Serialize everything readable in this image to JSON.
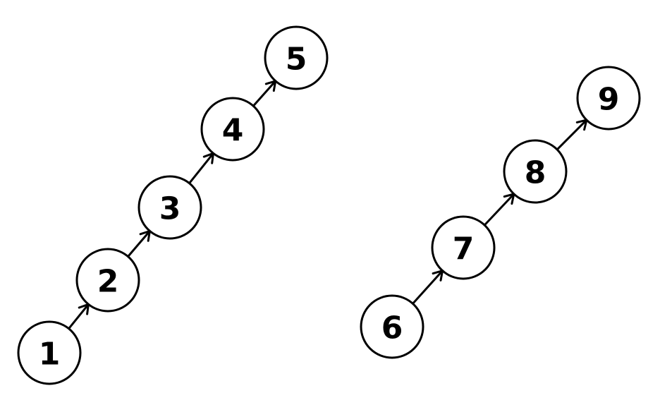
{
  "diagram": {
    "nodes": [
      {
        "id": "1",
        "label": "1"
      },
      {
        "id": "2",
        "label": "2"
      },
      {
        "id": "3",
        "label": "3"
      },
      {
        "id": "4",
        "label": "4"
      },
      {
        "id": "5",
        "label": "5"
      },
      {
        "id": "6",
        "label": "6"
      },
      {
        "id": "7",
        "label": "7"
      },
      {
        "id": "8",
        "label": "8"
      },
      {
        "id": "9",
        "label": "9"
      }
    ],
    "edges": [
      {
        "from": "1",
        "to": "2"
      },
      {
        "from": "2",
        "to": "3"
      },
      {
        "from": "3",
        "to": "4"
      },
      {
        "from": "4",
        "to": "5"
      },
      {
        "from": "6",
        "to": "7"
      },
      {
        "from": "7",
        "to": "8"
      },
      {
        "from": "8",
        "to": "9"
      }
    ],
    "colors": {
      "stroke": "#000000",
      "fill": "#ffffff",
      "text": "#000000"
    }
  }
}
